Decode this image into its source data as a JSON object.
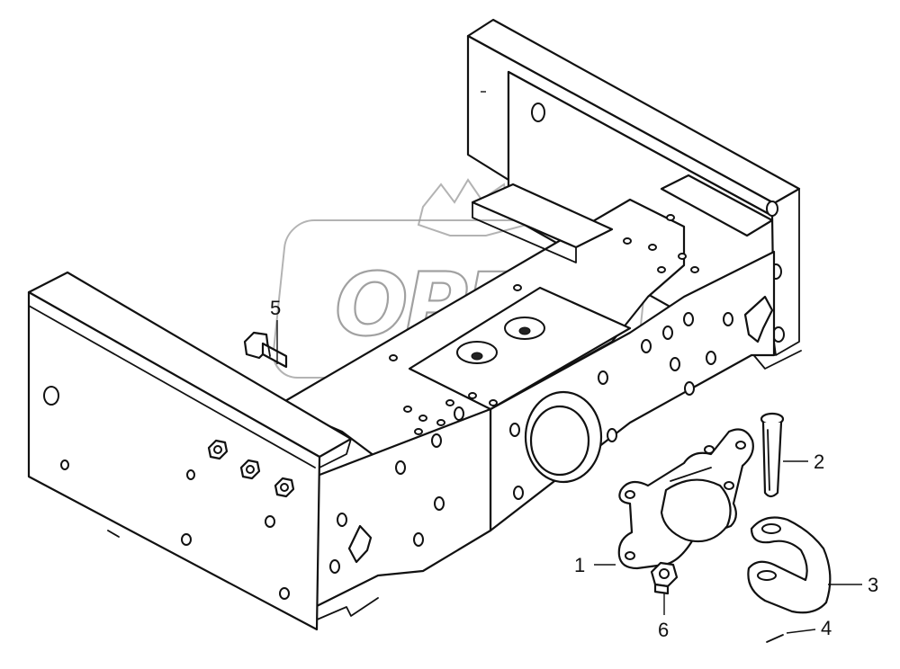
{
  "diagram": {
    "callouts": [
      {
        "id": "1",
        "label": "1"
      },
      {
        "id": "2",
        "label": "2"
      },
      {
        "id": "3",
        "label": "3"
      },
      {
        "id": "4",
        "label": "4"
      },
      {
        "id": "5",
        "label": "5"
      },
      {
        "id": "6",
        "label": "6"
      }
    ]
  },
  "watermark": {
    "text": "OPEX"
  },
  "colors": {
    "line": "#111111",
    "watermark": "#8a8a8a",
    "background": "#ffffff"
  }
}
